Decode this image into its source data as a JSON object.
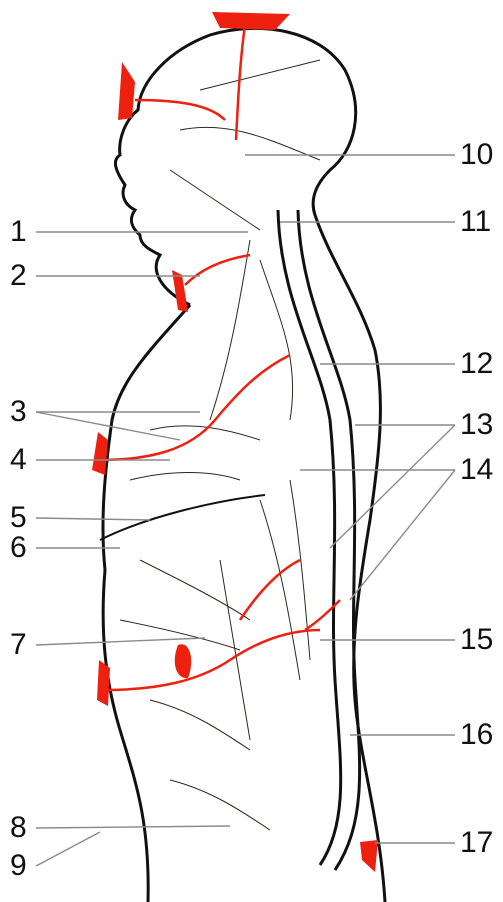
{
  "colors": {
    "outline": "#111111",
    "nerve": "#2a2a1a",
    "highlight": "#ee2010",
    "leader": "#8a8a8a",
    "background": "#ffffff"
  },
  "labels": {
    "l1": "1",
    "l2": "2",
    "l3": "3",
    "l4": "4",
    "l5": "5",
    "l6": "6",
    "l7": "7",
    "l8": "8",
    "l9": "9",
    "l10": "10",
    "l11": "11",
    "l12": "12",
    "l13": "13",
    "l14": "14",
    "l15": "15",
    "l16": "16",
    "l17": "17"
  }
}
